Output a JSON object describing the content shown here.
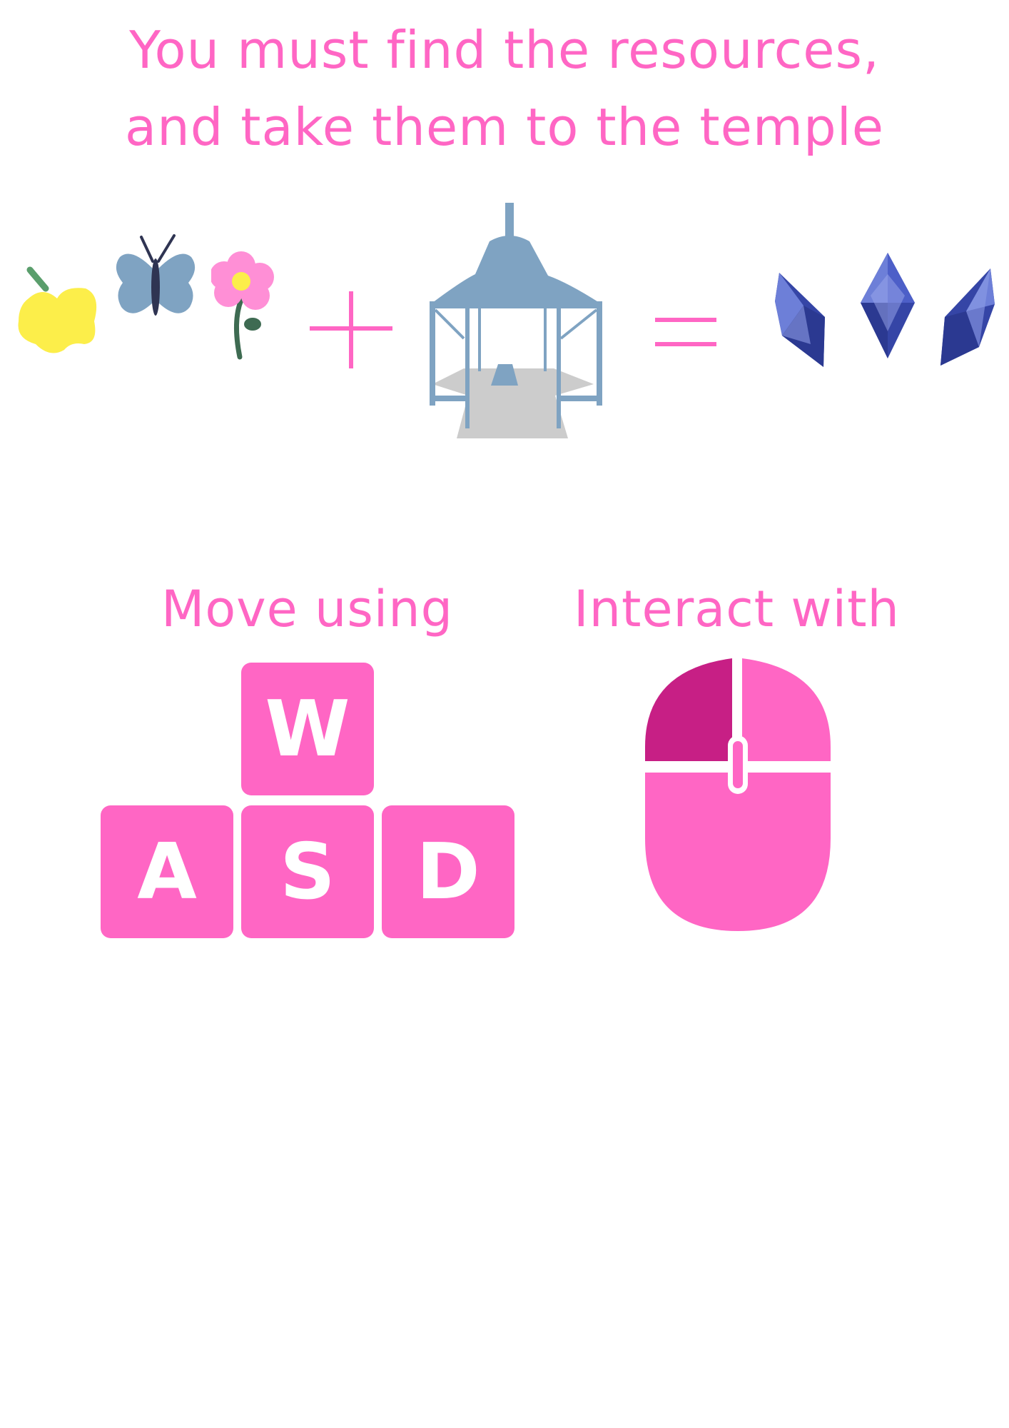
{
  "title": {
    "line1": "You must find the resources,",
    "line2": "and take them to the temple"
  },
  "equation": {
    "resources": [
      "apple-icon",
      "butterfly-icon",
      "flower-icon"
    ],
    "plus": "+",
    "temple": "temple-icon",
    "equals": "=",
    "rewards": [
      "crystal-icon",
      "crystal-icon",
      "crystal-icon"
    ]
  },
  "controls": {
    "move_label": "Move using",
    "interact_label": "Interact with",
    "keys": {
      "w": "W",
      "a": "A",
      "s": "S",
      "d": "D"
    },
    "mouse": "mouse-icon",
    "highlighted_button": "left"
  },
  "colors": {
    "accent_pink": "#ff66c4",
    "dark_pink": "#c71f85",
    "temple_blue": "#7fa3c2",
    "crystal_blue": "#4355b8",
    "apple_yellow": "#fcee4a"
  }
}
